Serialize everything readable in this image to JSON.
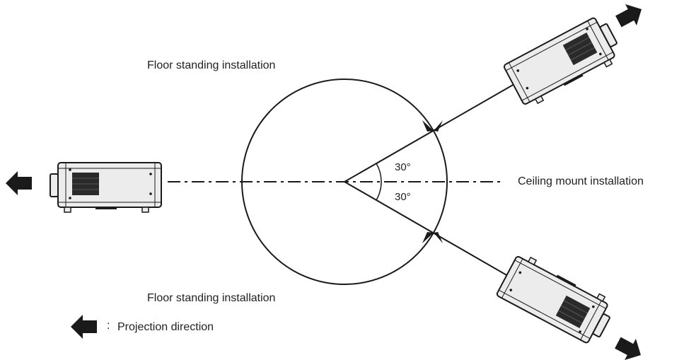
{
  "labels": {
    "floor_top": "Floor standing installation",
    "floor_bottom": "Floor standing installation",
    "ceiling": "Ceiling mount installation"
  },
  "angles": {
    "upper": "30°",
    "lower": "30°"
  },
  "legend": {
    "separator": ":",
    "text": "Projection direction"
  },
  "icons": {
    "projector": "projector-icon",
    "arrow": "projection-direction-arrow-icon"
  },
  "colors": {
    "line": "#1a1a1a",
    "body_fill": "#ededed",
    "vent": "#2a2a2a"
  }
}
